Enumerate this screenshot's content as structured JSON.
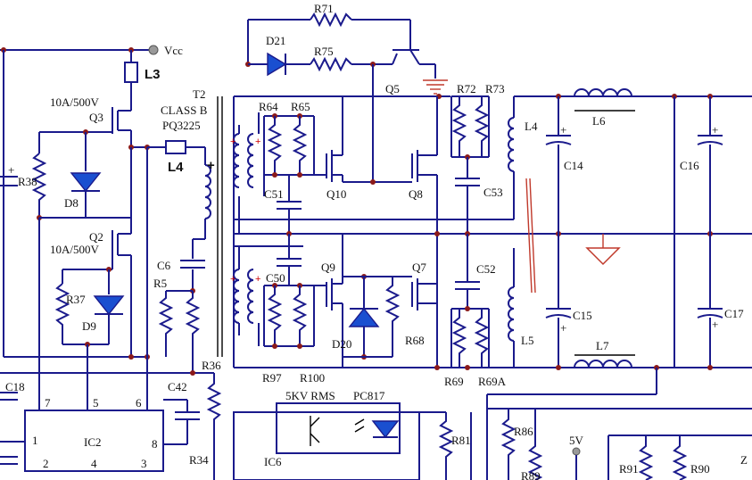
{
  "labels": {
    "vcc": "Vcc",
    "l3": "L3",
    "q3_rating": "10A/500V",
    "q3": "Q3",
    "t2": "T2",
    "class_b": "CLASS B",
    "pq3225": "PQ3225",
    "l4_left": "L4",
    "r38": "R38",
    "d8": "D8",
    "q2_rating": "10A/500V",
    "q2": "Q2",
    "r37": "R37",
    "d9": "D9",
    "c6": "C6",
    "r5": "R5",
    "r36": "R36",
    "c18": "C18",
    "c42": "C42",
    "r34": "R34",
    "ic2": "IC2",
    "pin7": "7",
    "pin5": "5",
    "pin6": "6",
    "pin1": "1",
    "pin8": "8",
    "pin2": "2",
    "pin4": "4",
    "pin3": "3",
    "r71": "R71",
    "d21": "D21",
    "r75": "R75",
    "q5": "Q5",
    "r72": "R72",
    "r73": "R73",
    "r64": "R64",
    "r65": "R65",
    "c51": "C51",
    "q10": "Q10",
    "q8": "Q8",
    "c53": "C53",
    "l4_right": "L4",
    "l6": "L6",
    "c14": "C14",
    "c16": "C16",
    "c50": "C50",
    "q9": "Q9",
    "q7": "Q7",
    "c52": "C52",
    "d20": "D20",
    "r68": "R68",
    "r69": "R69",
    "r69a": "R69A",
    "l5": "L5",
    "c15": "C15",
    "c17": "C17",
    "l7": "L7",
    "r97": "R97",
    "r100": "R100",
    "rms": "5KV RMS",
    "pc817": "PC817",
    "ic6": "IC6",
    "r81": "R81",
    "r86": "R86",
    "r89": "R89",
    "five_v": "5V",
    "r91": "R91",
    "r90": "R90",
    "z": "Z"
  }
}
